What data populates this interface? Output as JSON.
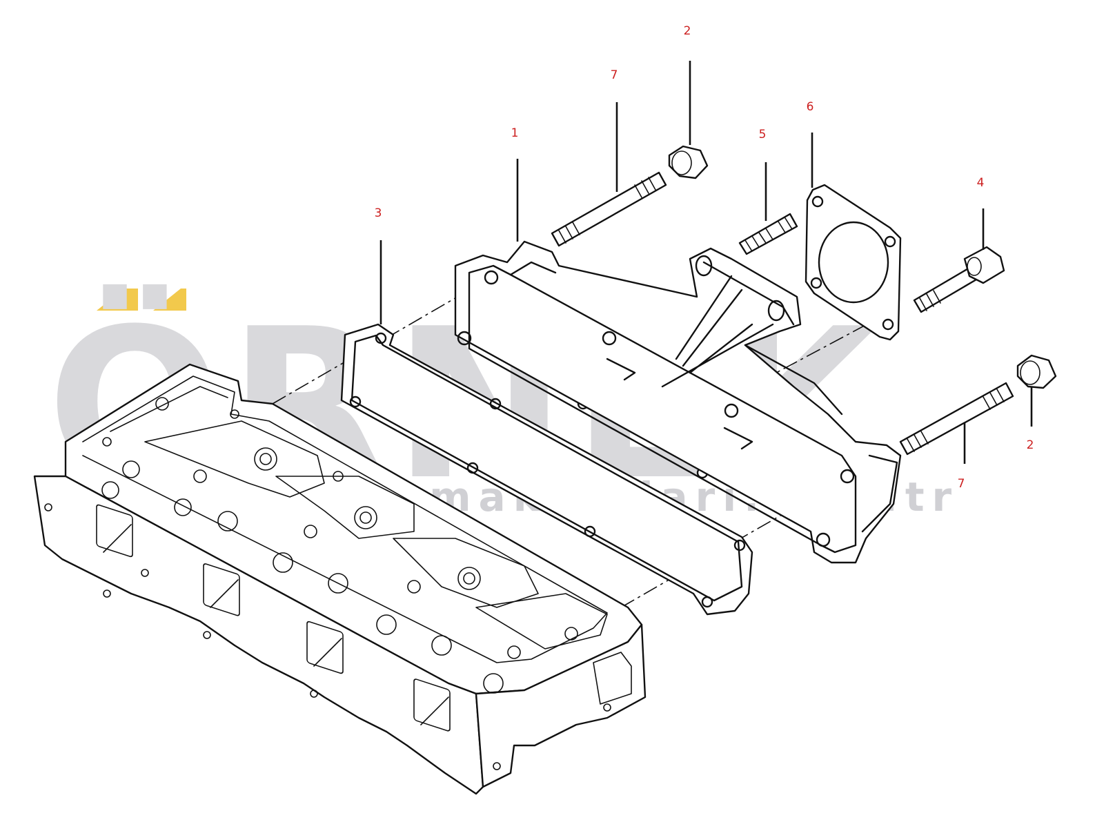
{
  "watermark": {
    "brand": "ÖRNEK",
    "url": "www.ornekismakinalari.com.tr",
    "accent_color": "#f2c94c",
    "text_color": "#d9d9dc"
  },
  "callouts": [
    {
      "id": "c1",
      "label": "1"
    },
    {
      "id": "c2a",
      "label": "2"
    },
    {
      "id": "c2b",
      "label": "2"
    },
    {
      "id": "c3",
      "label": "3"
    },
    {
      "id": "c4",
      "label": "4"
    },
    {
      "id": "c5",
      "label": "5"
    },
    {
      "id": "c6",
      "label": "6"
    },
    {
      "id": "c7a",
      "label": "7"
    },
    {
      "id": "c7b",
      "label": "7"
    }
  ],
  "colors": {
    "callout": "#cc1f1f",
    "line": "#111111",
    "background": "#ffffff"
  }
}
